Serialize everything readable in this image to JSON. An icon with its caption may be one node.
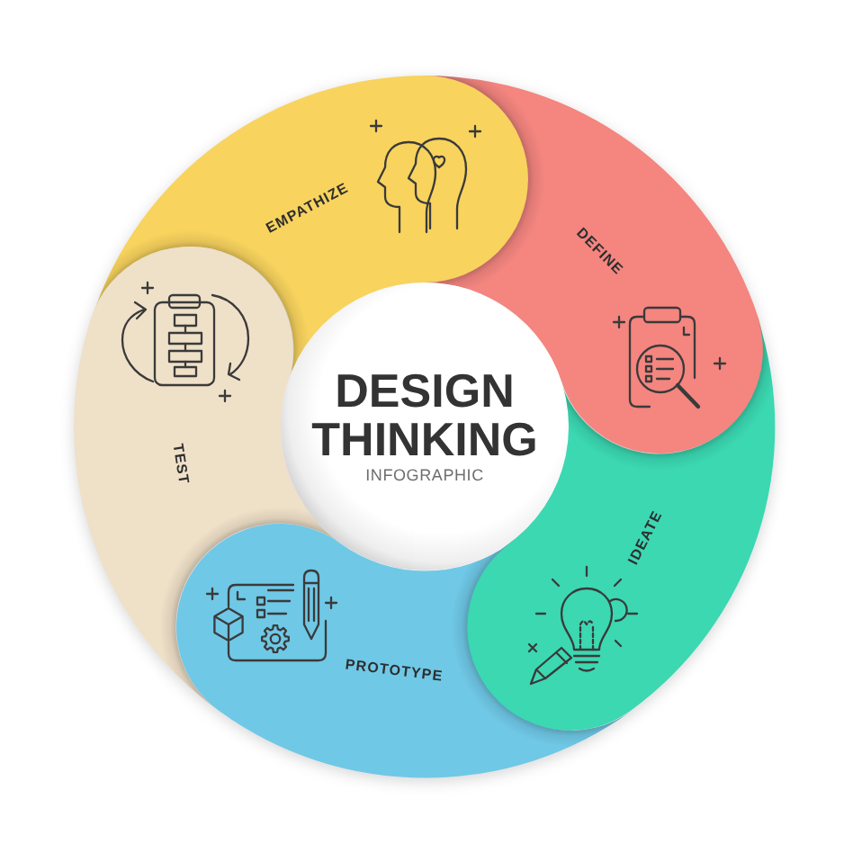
{
  "diagram": {
    "nodes": [
      {
        "text": [
          "DESIGN THINKING",
          "INFOGRAPHIC"
        ]
      },
      {
        "text": [
          "EMPATHIZE"
        ]
      },
      {
        "text": [
          "DEFINE"
        ]
      },
      {
        "text": [
          "IDEATE"
        ]
      },
      {
        "text": [
          "PROTOTYPE"
        ]
      },
      {
        "text": [
          "TEST"
        ]
      }
    ]
  }
}
